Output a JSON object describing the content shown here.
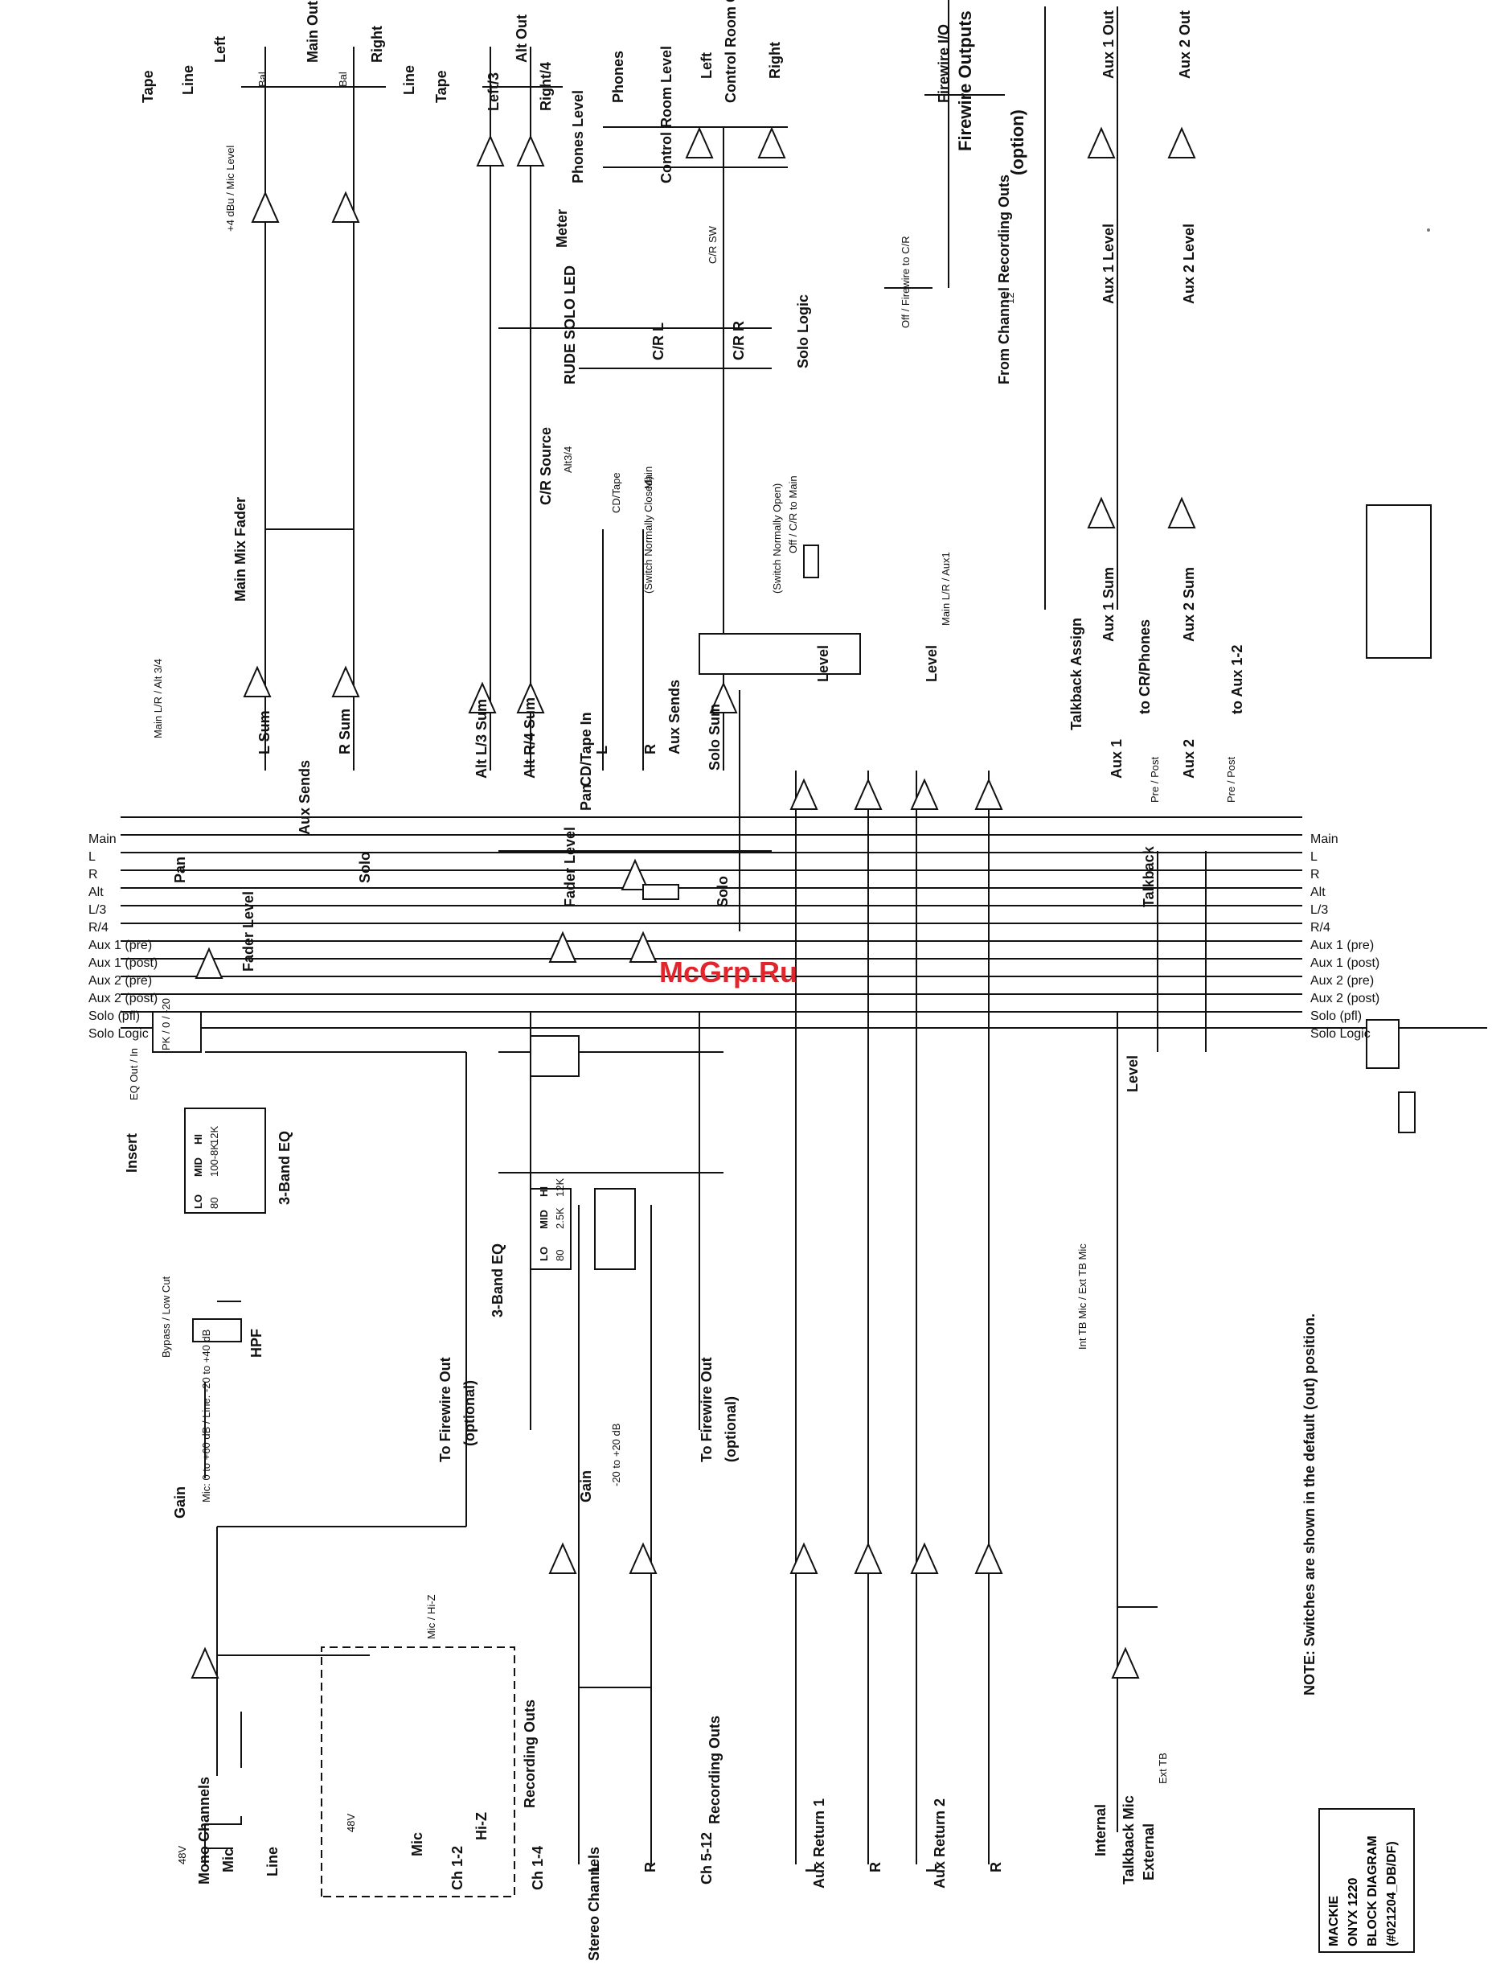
{
  "inputs": {
    "mono_channels": "Mono Channels",
    "mic": "Mic",
    "line": "Line",
    "phantom": "48V",
    "ch12_mic": "Mic",
    "ch12_hiz": "Hi-Z",
    "ch12": "Ch 1-2",
    "ch14": "Ch 1-4",
    "recording_outs_a": "Recording Outs",
    "recording_outs_b": "Recording Outs",
    "stereo_channels": "Stereo Channels",
    "stereo_l": "L",
    "stereo_r": "R",
    "ch512": "Ch 5-12",
    "aux_return1": "Aux Return 1",
    "aux_return2": "Aux Return 2",
    "ar1_l": "L",
    "ar1_r": "R",
    "ar2_l": "L",
    "ar2_r": "R",
    "talkback_mic": "Talkback Mic",
    "internal": "Internal",
    "external": "External",
    "ext_tb": "Ext TB"
  },
  "processing": {
    "gain": "Gain",
    "gain_ranges_mono": "Mic: 0 to +60 dB / Line: -20 to +40 dB",
    "gain_stereo": "Gain",
    "gain_range_stereo": "-20 to +20 dB",
    "mic_hiz_switch": "Mic / Hi-Z",
    "to_firewire_out_a": "To Firewire Out",
    "optional_a": "(optional)",
    "to_firewire_out_b": "To Firewire Out",
    "optional_b": "(optional)",
    "hpf": "HPF",
    "bypass_lowcut": "Bypass / Low Cut",
    "insert": "Insert",
    "eq_mono": "3-Band EQ",
    "eq_stereo": "3-Band EQ",
    "eq_bands_mono": [
      "LO",
      "MID",
      "HI"
    ],
    "eq_freqs_mono": [
      "80",
      "100-8K",
      "12K"
    ],
    "eq_bands_stereo": [
      "LO",
      "MID",
      "HI"
    ],
    "eq_freqs_stereo": [
      "80",
      "2.5K",
      "12K"
    ],
    "eq_out_in": "EQ Out / In",
    "meter_pk": "PK / 0 / -20",
    "fader_level": "Fader Level",
    "fader_level_stereo": "Fader Level",
    "pan": "Pan",
    "pan_stereo": "Pan",
    "main_lr_alt": "Main L/R / Alt 3/4",
    "aux_sends": "Aux Sends",
    "aux_sends_stereo": "Aux Sends",
    "solo": "Solo",
    "solo_stereo": "Solo",
    "level_ar1": "Level",
    "level_ar2": "Level",
    "aux_return_assign": "Main L/R / Aux1",
    "level_tb": "Level",
    "talkback": "Talkback",
    "talkback_assign": "Talkback Assign",
    "int_ext_tb": "Int TB Mic / Ext TB Mic",
    "to_cr_phones": "to CR/Phones",
    "to_aux12": "to Aux 1-2"
  },
  "buses": [
    "Solo Logic",
    "Solo (pfl)",
    "Aux 2 (post)",
    "Aux 2 (pre)",
    "Aux 1 (post)",
    "Aux 1 (pre)",
    "R/4",
    "L/3",
    "Alt",
    "R",
    "L",
    "Main"
  ],
  "buses_right": [
    "Solo Logic",
    "Solo (pfl)",
    "Aux 2 (post)",
    "Aux 2 (pre)",
    "Aux 1 (post)",
    "Aux 1 (pre)",
    "R/4",
    "L/3",
    "Alt",
    "R",
    "L",
    "Main"
  ],
  "mix": {
    "l_sum": "L Sum",
    "r_sum": "R Sum",
    "alt_l3_sum": "Alt L/3 Sum",
    "alt_r4_sum": "Alt R/4 Sum",
    "cd_tape_in": "CD/Tape In",
    "cd_l": "L",
    "cd_r": "R",
    "solo_sum": "Solo Sum",
    "main_mix_fader": "Main Mix Fader",
    "cr_source": "C/R Source",
    "cr_alt34": "Alt3/4",
    "cr_cdtape": "CD/Tape",
    "cr_main": "Main",
    "switch_normally_closed": "(Switch Normally Closed)",
    "switch_normally_open": "(Switch Normally Open)",
    "off_cr_to_main": "Off / C/R to Main",
    "rude_solo_led": "RUDE SOLO LED",
    "cr_l": "C/R L",
    "cr_r": "C/R R",
    "solo_logic_box": "Solo Logic",
    "meter": "Meter",
    "cr_sw": "C/R SW",
    "phones_level": "Phones Level",
    "control_room_level": "Control Room Level",
    "off_firewire_cr": "Off / Firewire to C/R",
    "firewire_outputs": "Firewire Outputs",
    "from_channel_recording_outs": "From Channel Recording Outs",
    "fw_12": "12",
    "aux1_sum": "Aux 1 Sum",
    "aux2_sum": "Aux 2 Sum",
    "aux1": "Aux 1",
    "aux2": "Aux 2",
    "pre_post": "Pre / Post",
    "aux1_level": "Aux 1 Level",
    "aux2_level": "Aux 2 Level"
  },
  "outputs": {
    "tape": "Tape",
    "tape_r": "Tape",
    "line_l": "Line",
    "line_r": "Line",
    "left": "Left",
    "main_out": "Main Out",
    "right": "Right",
    "bal_l": "Bal",
    "bal_r": "Bal",
    "mic_level": "+4 dBu / Mic Level",
    "left3": "Left/3",
    "alt_out": "Alt Out",
    "right4": "Right/4",
    "phones": "Phones",
    "cr_left": "Left",
    "control_room_out": "Control Room Out",
    "cr_right": "Right",
    "firewire_io": "Firewire I/O",
    "option": "(option)",
    "aux1_out": "Aux 1 Out",
    "aux2_out": "Aux 2 Out"
  },
  "footer": {
    "note": "NOTE: Switches are shown in the default (out) position.",
    "title_lines": [
      "MACKIE",
      "ONYX 1220",
      "BLOCK DIAGRAM",
      "(#021204_DB/DF)"
    ]
  },
  "watermark": "McGrp.Ru",
  "colors": {
    "ink": "#111111",
    "watermark": "#e0262c"
  }
}
